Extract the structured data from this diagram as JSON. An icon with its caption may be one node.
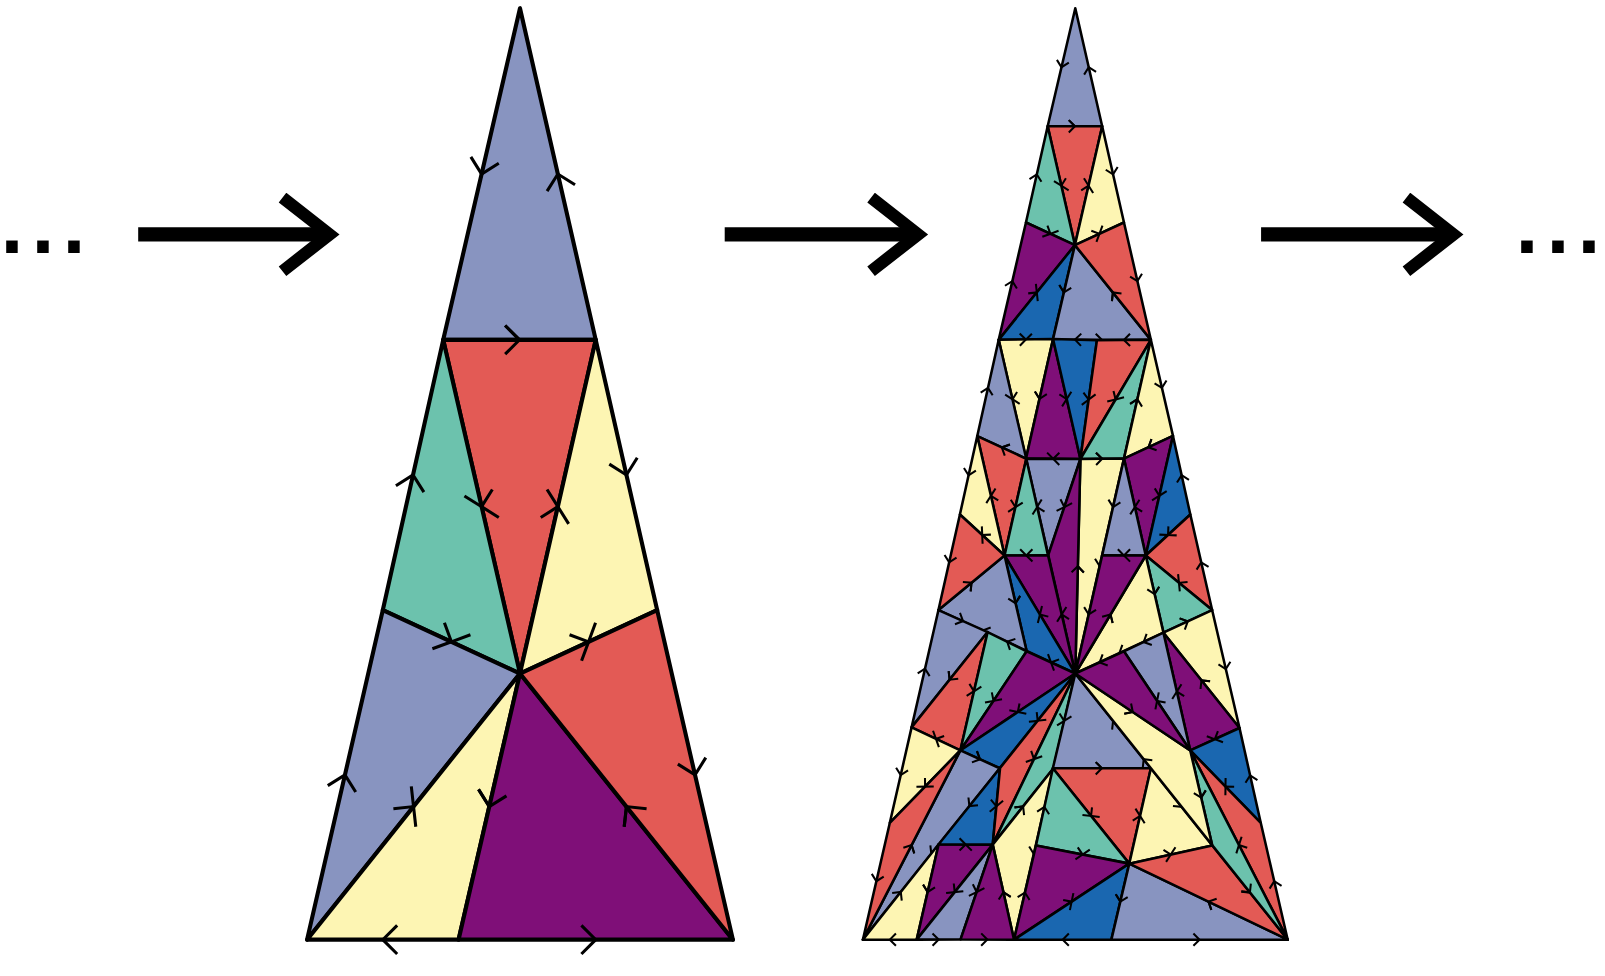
{
  "diagram": {
    "nodes": [
      {
        "text": [
          "..."
        ]
      },
      {
        "text": [],
        "shape": "picture"
      },
      {
        "text": [],
        "shape": "picture"
      },
      {
        "text": [
          "..."
        ]
      }
    ],
    "edges": [
      {
        "from": 0,
        "to": 1,
        "arrow": "to"
      },
      {
        "from": 1,
        "to": 2,
        "arrow": "to"
      },
      {
        "from": 2,
        "to": 3,
        "arrow": "to"
      }
    ]
  }
}
